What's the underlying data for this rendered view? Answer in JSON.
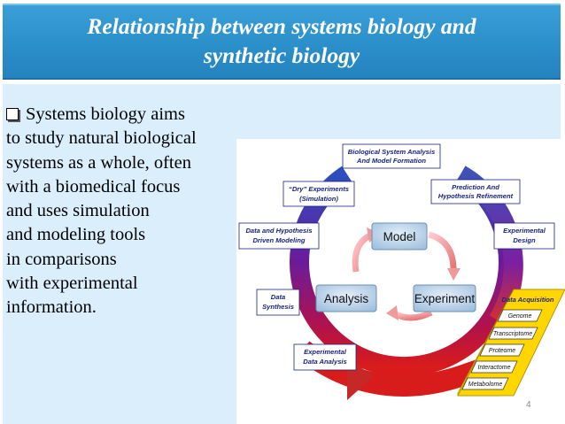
{
  "slide": {
    "title_line1": "Relationship between systems biology and",
    "title_line2": "synthetic biology",
    "body_lines": [
      "Systems biology aims",
      "to study natural biological",
      "systems as a whole, often",
      "with a biomedical focus",
      "and uses simulation",
      "and modeling tools",
      "in comparisons",
      "with experimental",
      "information."
    ],
    "page_number": "4"
  },
  "diagram": {
    "cycle_labels": [
      {
        "line1": "Biological System Analysis",
        "line2": "And Model Formation"
      },
      {
        "line1": "Prediction And",
        "line2": "Hypothesis Refinement"
      },
      {
        "line1": "Experimental",
        "line2": "Design"
      },
      {
        "line1": "“Dry” Experiments",
        "line2": "(Simulation)"
      },
      {
        "line1": "Data and Hypothesis",
        "line2": "Driven Modeling"
      },
      {
        "line1": "Data",
        "line2": "Synthesis"
      },
      {
        "line1": "Experimental",
        "line2": "Data Analysis"
      }
    ],
    "nodes": {
      "model": "Model",
      "analysis": "Analysis",
      "experiment": "Experiment"
    },
    "data_acquisition": {
      "title": "Data Acquisition",
      "layers": [
        "Genome",
        "Transcriptome",
        "Proteome",
        "Interactome",
        "Metabolome"
      ]
    },
    "colors": {
      "ring_blue": "#2c4fc0",
      "ring_purple": "#6a1b9a",
      "ring_red": "#d81b1b",
      "node_fill": "#b8d4ea",
      "label_border": "#1a237e",
      "data_panel": "#ffd600"
    }
  }
}
